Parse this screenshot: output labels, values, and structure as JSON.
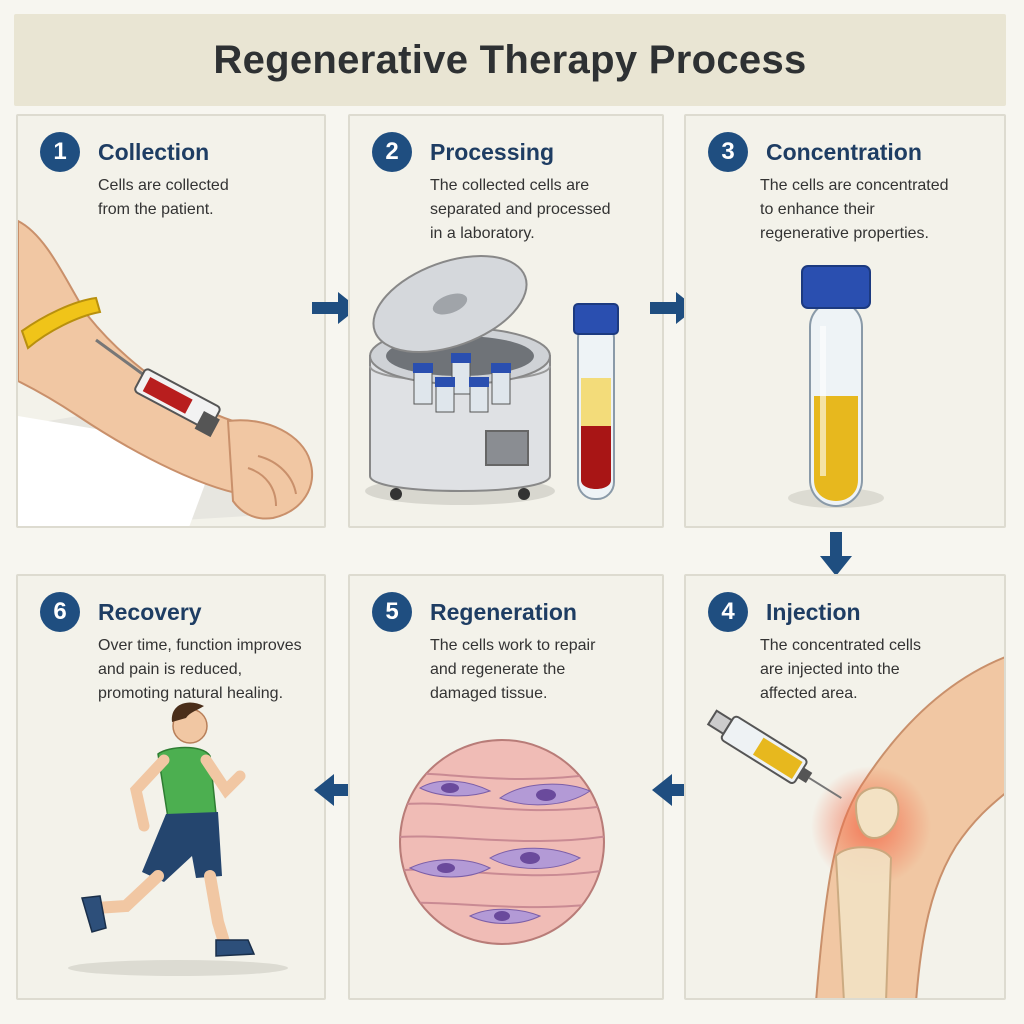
{
  "title": "Regenerative Therapy Process",
  "steps": [
    {
      "number": "1",
      "title": "Collection",
      "lines": [
        "Cells are collected",
        "from the patient."
      ]
    },
    {
      "number": "2",
      "title": "Processing",
      "lines": [
        "The collected cells are",
        "separated and processed",
        "in a laboratory."
      ]
    },
    {
      "number": "3",
      "title": "Concentration",
      "lines": [
        "The cells are concentrated",
        "to enhance their",
        "regenerative properties."
      ]
    },
    {
      "number": "4",
      "title": "Injection",
      "lines": [
        "The concentrated cells",
        "are injected into the",
        "affected area."
      ]
    },
    {
      "number": "5",
      "title": "Regeneration",
      "lines": [
        "The cells work to repair",
        "and regenerate the",
        "damaged tissue."
      ]
    },
    {
      "number": "6",
      "title": "Recovery",
      "lines": [
        "Over time, function improves",
        "and pain is reduced,",
        "promoting natural healing."
      ]
    }
  ],
  "colors": {
    "badge": "#1f4e80",
    "arrow": "#1f4e80",
    "title_bar": "#e9e5d3"
  }
}
